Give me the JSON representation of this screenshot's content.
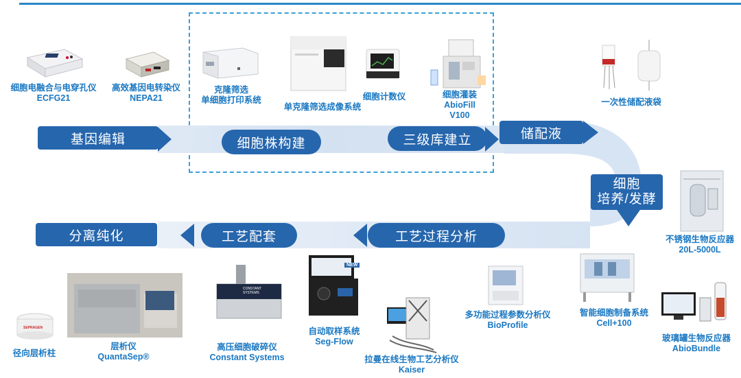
{
  "stages": {
    "gene_editing": "基因编辑",
    "cell_line": "细胞株构建",
    "cell_bank": "三级库建立",
    "media": "储配液",
    "culture_line1": "细胞",
    "culture_line2": "培养/发酵",
    "pat": "工艺过程分析",
    "process_support": "工艺配套",
    "purification": "分离纯化"
  },
  "devices": {
    "ecfg": {
      "name": "细胞电融合与电穿孔仪",
      "model": "ECFG21"
    },
    "nepa": {
      "name": "高效基因电转染仪",
      "model": "NEPA21"
    },
    "clone_print": {
      "name1": "克隆筛选",
      "name2": "单细胞打印系统"
    },
    "clone_imaging": {
      "name": "单克隆筛选成像系统"
    },
    "counter": {
      "name": "细胞计数仪"
    },
    "abiofill": {
      "name": "细胞灌装",
      "model1": "AbioFill",
      "model2": "V100"
    },
    "bag": {
      "name": "一次性储配液袋"
    },
    "steel": {
      "name": "不锈钢生物反应器",
      "model": "20L-5000L"
    },
    "cell100": {
      "name": "智能细胞制备系统",
      "model": "Cell+100"
    },
    "glass": {
      "name": "玻璃罐生物反应器",
      "model": "AbioBundle"
    },
    "bioprofile": {
      "name": "多功能过程参数分析仪",
      "model": "BioProfile"
    },
    "kaiser": {
      "name": "拉曼在线生物工艺分析仪",
      "model": "Kaiser"
    },
    "segflow": {
      "name": "自动取样系统",
      "model": "Seg-Flow",
      "badge": "NEW"
    },
    "constant": {
      "name": "高压细胞破碎仪",
      "model": "Constant Systems",
      "brand1": "CONSTANT",
      "brand2": "SYSTEMS"
    },
    "quantasep": {
      "name": "层析仪",
      "model": "QuantaSep®"
    },
    "radial": {
      "name": "径向层析柱",
      "brand": "SEPRAGEN"
    }
  }
}
